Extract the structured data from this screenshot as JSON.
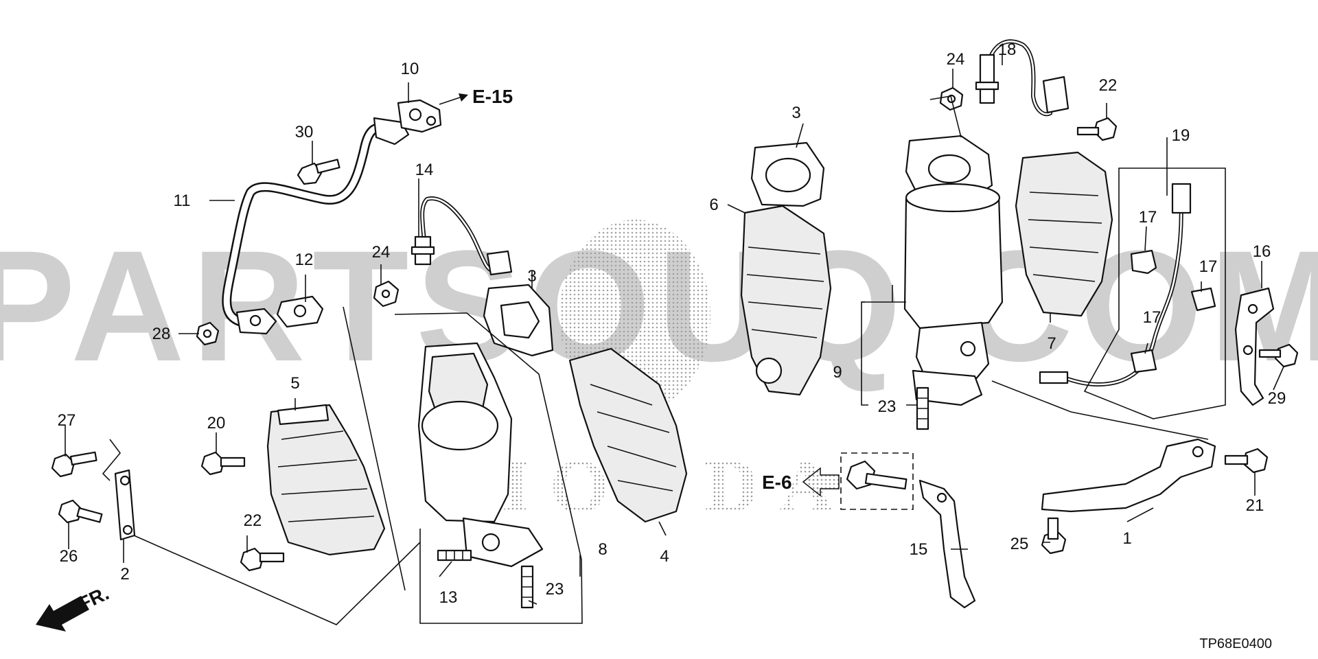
{
  "diagram": {
    "watermark": "PARTSOUQ.COM",
    "watermark_brand": "HONDA",
    "diagram_code": "TP68E0400",
    "front_indicator": "FR.",
    "references": [
      {
        "id": "ref-e15",
        "text": "E-15"
      },
      {
        "id": "ref-e6",
        "text": "E-6"
      }
    ],
    "callouts": [
      {
        "id": "c-10",
        "text": "10"
      },
      {
        "id": "c-30",
        "text": "30"
      },
      {
        "id": "c-11",
        "text": "11"
      },
      {
        "id": "c-14",
        "text": "14"
      },
      {
        "id": "c-12",
        "text": "12"
      },
      {
        "id": "c-24a",
        "text": "24"
      },
      {
        "id": "c-28",
        "text": "28"
      },
      {
        "id": "c-3a",
        "text": "3"
      },
      {
        "id": "c-5",
        "text": "5"
      },
      {
        "id": "c-27",
        "text": "27"
      },
      {
        "id": "c-20",
        "text": "20"
      },
      {
        "id": "c-26",
        "text": "26"
      },
      {
        "id": "c-2",
        "text": "2"
      },
      {
        "id": "c-22a",
        "text": "22"
      },
      {
        "id": "c-13",
        "text": "13"
      },
      {
        "id": "c-23a",
        "text": "23"
      },
      {
        "id": "c-8",
        "text": "8"
      },
      {
        "id": "c-4",
        "text": "4"
      },
      {
        "id": "c-3b",
        "text": "3"
      },
      {
        "id": "c-6",
        "text": "6"
      },
      {
        "id": "c-24b",
        "text": "24"
      },
      {
        "id": "c-18",
        "text": "18"
      },
      {
        "id": "c-22b",
        "text": "22"
      },
      {
        "id": "c-19",
        "text": "19"
      },
      {
        "id": "c-17a",
        "text": "17"
      },
      {
        "id": "c-17b",
        "text": "17"
      },
      {
        "id": "c-17c",
        "text": "17"
      },
      {
        "id": "c-16",
        "text": "16"
      },
      {
        "id": "c-29",
        "text": "29"
      },
      {
        "id": "c-7",
        "text": "7"
      },
      {
        "id": "c-9",
        "text": "9"
      },
      {
        "id": "c-23b",
        "text": "23"
      },
      {
        "id": "c-21",
        "text": "21"
      },
      {
        "id": "c-1",
        "text": "1"
      },
      {
        "id": "c-25",
        "text": "25"
      },
      {
        "id": "c-15",
        "text": "15"
      }
    ]
  }
}
